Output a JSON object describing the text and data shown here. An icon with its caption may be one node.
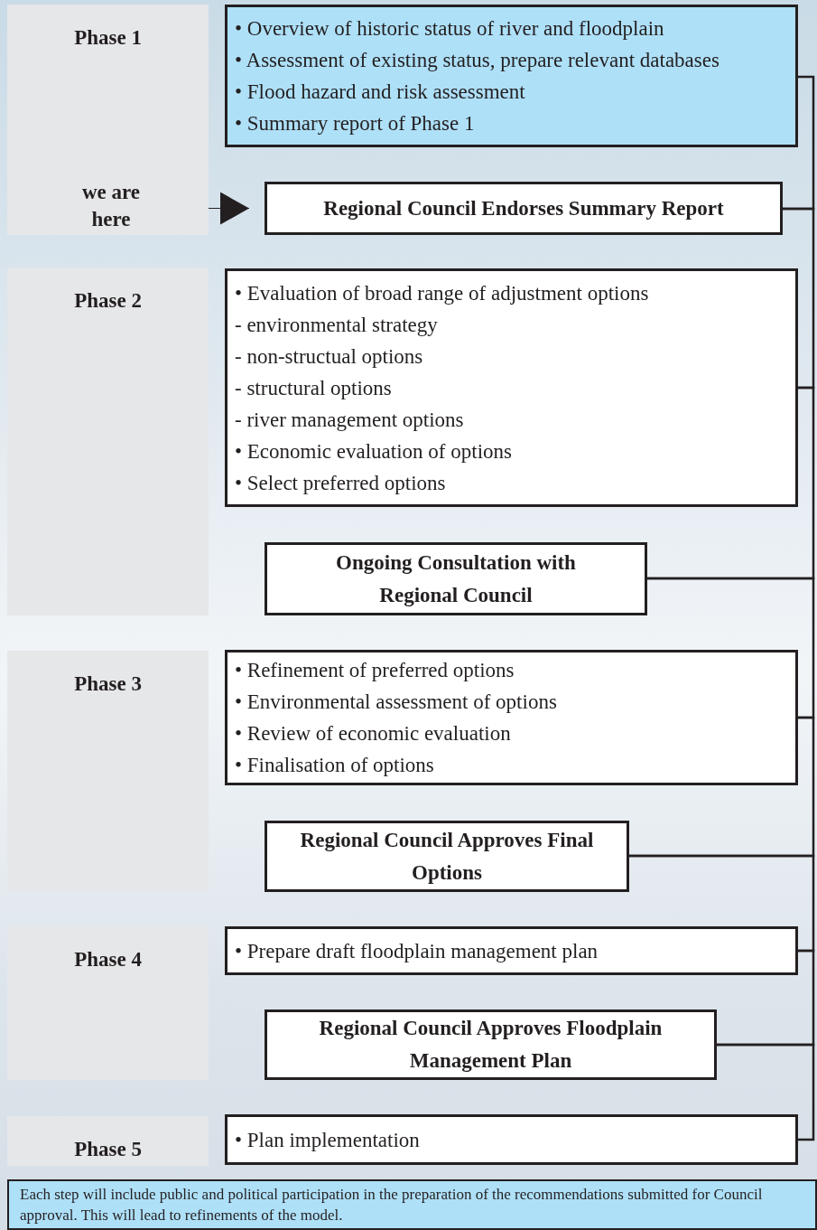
{
  "diagram": {
    "nodes": [
      {
        "text": [
          "Phase 1"
        ]
      },
      {
        "text": [
          "• Overview of historic status of river and floodplain",
          "• Assessment of existing status, prepare relevant databases",
          "• Flood hazard and risk assessment",
          "• Summary report of Phase 1"
        ]
      },
      {
        "text": [
          "we are here"
        ],
        "in": 0
      },
      {
        "text": [
          "Regional Council Endorses Summary Report"
        ]
      },
      {
        "text": [
          "Phase 2"
        ]
      },
      {
        "text": [
          "• Evaluation of broad range of adjustment options",
          "- environmental strategy",
          "- non-structual options",
          "- structural options",
          "- river management options",
          "• Economic evaluation of options",
          "• Select preferred options"
        ]
      },
      {
        "text": [
          "Ongoing Consultation with Regional Council"
        ]
      },
      {
        "text": [
          "Phase 3"
        ]
      },
      {
        "text": [
          "• Refinement of preferred options",
          "• Environmental assessment of options",
          "• Review of economic evaluation",
          "• Finalisation of options"
        ]
      },
      {
        "text": [
          "Regional Council Approves Final Options"
        ]
      },
      {
        "text": [
          "Phase 4"
        ]
      },
      {
        "text": [
          "• Prepare draft floodplain management plan"
        ]
      },
      {
        "text": [
          "Regional Council Approves Floodplain Management Plan"
        ]
      },
      {
        "text": [
          "Phase 5"
        ]
      },
      {
        "text": [
          "• Plan implementation"
        ]
      },
      {
        "text": [
          "Each step will include public and political participation in the preparation of the recommendations submitted for Council approval. This will lead to refinements of the model."
        ]
      }
    ],
    "edges": [
      {
        "from": 1,
        "to": 3,
        "arrow": "none"
      },
      {
        "from": 3,
        "to": 5,
        "arrow": "none"
      },
      {
        "from": 5,
        "to": 6,
        "arrow": "none"
      },
      {
        "from": 6,
        "to": 8,
        "arrow": "none"
      },
      {
        "from": 8,
        "to": 9,
        "arrow": "none"
      },
      {
        "from": 9,
        "to": 11,
        "arrow": "none"
      },
      {
        "from": 11,
        "to": 12,
        "arrow": "none"
      },
      {
        "from": 12,
        "to": 14,
        "arrow": "none"
      },
      {
        "from": 2,
        "to": 3,
        "arrow": "to"
      }
    ]
  }
}
